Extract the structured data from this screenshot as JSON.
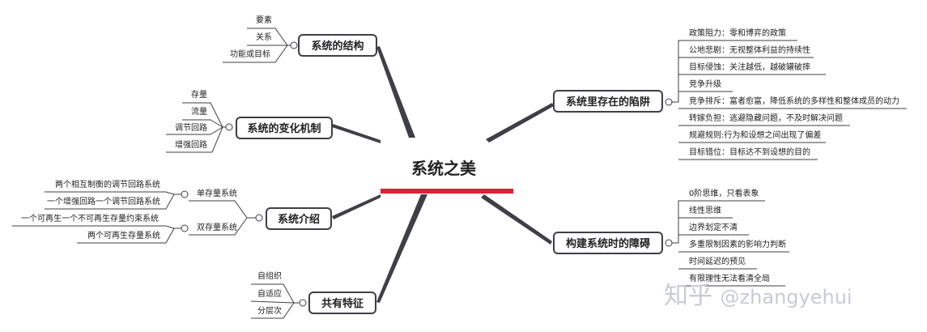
{
  "root": {
    "title": "系统之美",
    "underline_color": "#e0203a"
  },
  "branches": {
    "structure": {
      "label": "系统的结构",
      "items": [
        "要素",
        "关系",
        "功能或目标"
      ]
    },
    "change": {
      "label": "系统的变化机制",
      "items": [
        "存量",
        "流量",
        "调节回路",
        "增强回路"
      ]
    },
    "intro": {
      "label": "系统介绍",
      "groups": [
        {
          "label": "单存量系统",
          "items": [
            "两个相互制衡的调节回路系统",
            "一个增强回路一个调节回路系统"
          ]
        },
        {
          "label": "双存量系统",
          "items": [
            "一个可再生一个不可再生存量约束系统",
            "两个可再生存量系统"
          ]
        }
      ]
    },
    "common": {
      "label": "共有特征",
      "items": [
        "自组织",
        "自适应",
        "分层次"
      ]
    },
    "traps": {
      "label": "系统里存在的陷阱",
      "items": [
        "政策阻力：零和博弈的政策",
        "公地悲剧：无视整体利益的持续性",
        "目标侵蚀：关注越低，越破罐破摔",
        "竞争升级",
        "竞争排斥：富者愈富，降低系统的多样性和整体成员的动力",
        "转嫁负担：逃避隐藏问题，不及时解决问题",
        "规避规则:行为和设想之间出现了偏差",
        "目标错位：目标达不到设想的目的"
      ]
    },
    "obstacles": {
      "label": "构建系统时的障碍",
      "items": [
        "0阶思维，只看表象",
        "线性思维",
        "边界划定不清",
        "多重限制因素的影响力判断",
        "时间延迟的预见",
        "有限理性无法看清全局"
      ]
    }
  },
  "watermark": {
    "brand": "知乎",
    "handle": "@zhangyehui"
  },
  "colors": {
    "line": "#3f3f46",
    "accent": "#e0203a"
  }
}
